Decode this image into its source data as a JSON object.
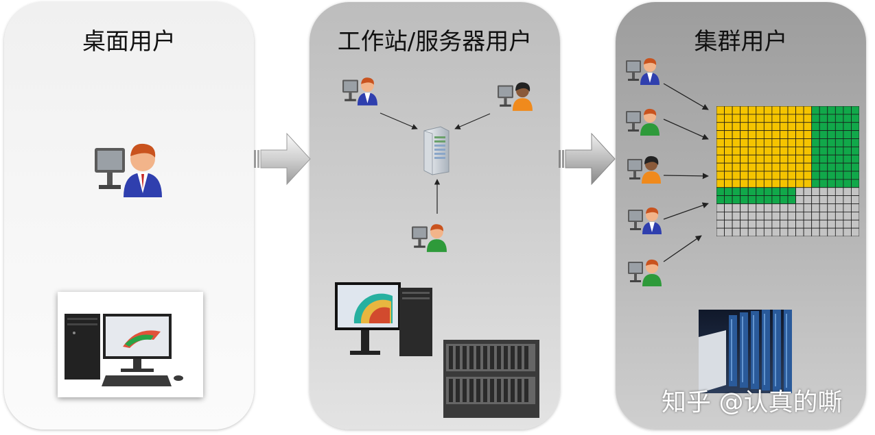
{
  "panels": [
    {
      "title": "桌面用户"
    },
    {
      "title": "工作站/服务器用户"
    },
    {
      "title": "集群用户"
    }
  ],
  "watermark": "知乎 @认真的嘶",
  "icons": {
    "user": "user-at-computer-icon",
    "server": "server-tower-icon",
    "arrow": "transition-arrow-icon"
  },
  "colors": {
    "grid_yellow": "#f5c400",
    "grid_green": "#11a84a",
    "grid_gray": "#c4c4c4",
    "grid_line": "#1a1a1a"
  },
  "cluster_grid": {
    "cols": 18,
    "rows": 16,
    "yellow_rows": 10,
    "green_right_cols": 6,
    "green_block": {
      "row_start": 10,
      "row_end": 12,
      "cols": 10
    }
  }
}
